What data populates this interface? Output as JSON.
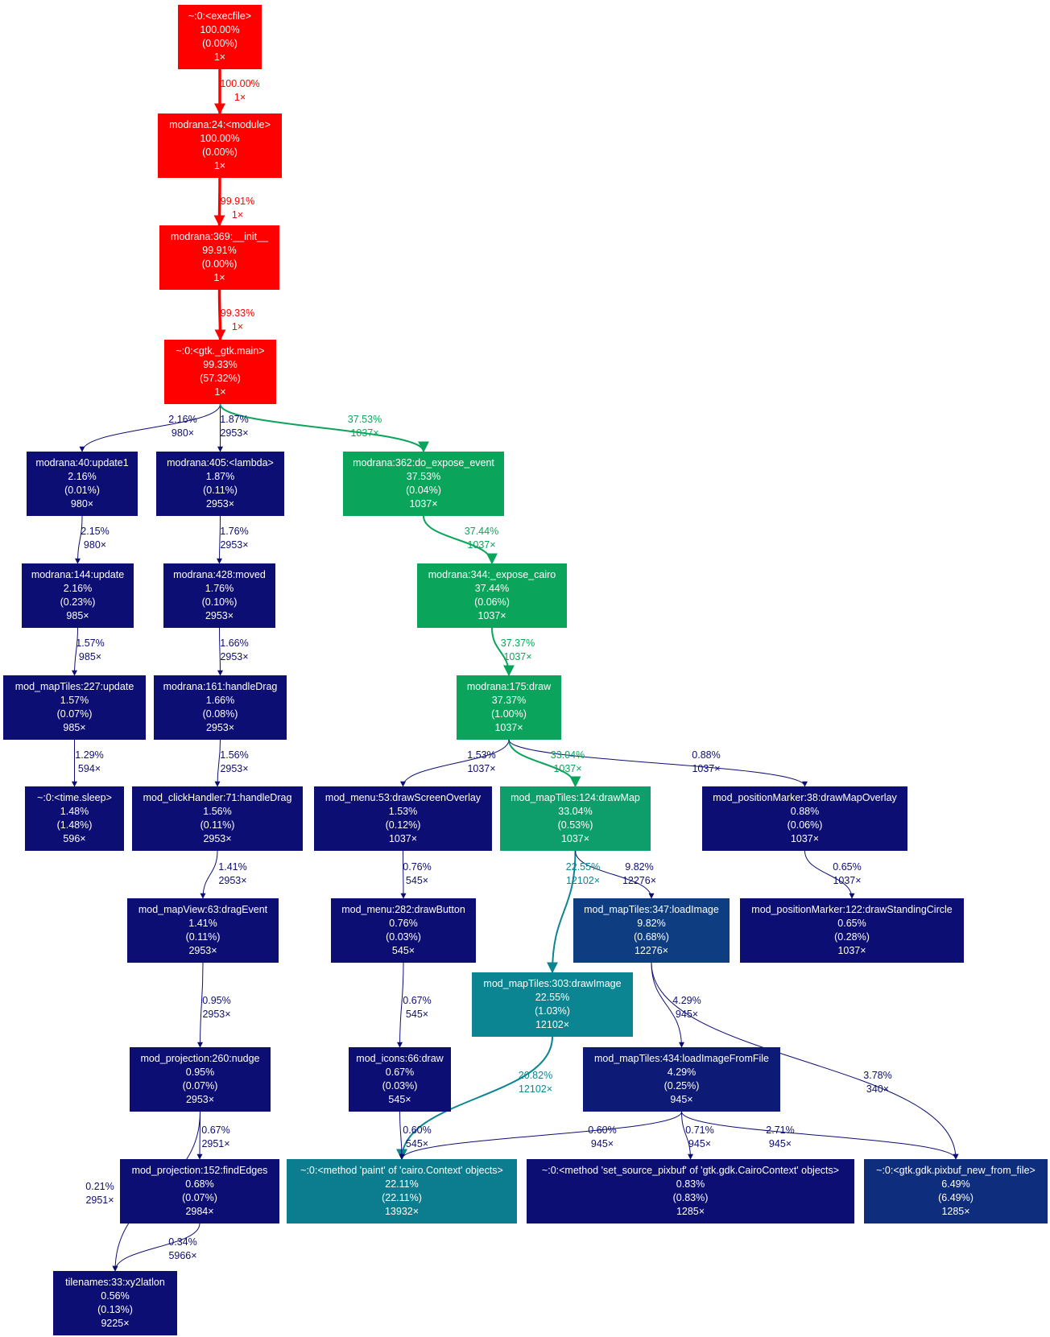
{
  "colors": {
    "red": "#ff0000",
    "green_dark": "#0aa55a",
    "green": "#0ba45c",
    "teal_green": "#0d9e6c",
    "teal": "#0b8592",
    "teal2": "#0c7d8e",
    "navy": "#0d0e73",
    "blue_mid": "#0e3d82",
    "blue2": "#0e2d7d",
    "blue3": "#0d1b77"
  },
  "nodes": [
    {
      "id": "execfile",
      "name": "~:0:<execfile>",
      "total": "100.00%",
      "self": "(0.00%)",
      "calls": "1×",
      "color": "#ff0000"
    },
    {
      "id": "module",
      "name": "modrana:24:<module>",
      "total": "100.00%",
      "self": "(0.00%)",
      "calls": "1×",
      "color": "#ff0000"
    },
    {
      "id": "init",
      "name": "modrana:369:__init__",
      "total": "99.91%",
      "self": "(0.00%)",
      "calls": "1×",
      "color": "#ff0000"
    },
    {
      "id": "gtkmain",
      "name": "~:0:<gtk._gtk.main>",
      "total": "99.33%",
      "self": "(57.32%)",
      "calls": "1×",
      "color": "#ff0000"
    },
    {
      "id": "update1",
      "name": "modrana:40:update1",
      "total": "2.16%",
      "self": "(0.01%)",
      "calls": "980×",
      "color": "#0d0e73"
    },
    {
      "id": "lambda",
      "name": "modrana:405:<lambda>",
      "total": "1.87%",
      "self": "(0.11%)",
      "calls": "2953×",
      "color": "#0d0e73"
    },
    {
      "id": "expose_event",
      "name": "modrana:362:do_expose_event",
      "total": "37.53%",
      "self": "(0.04%)",
      "calls": "1037×",
      "color": "#0aa55a"
    },
    {
      "id": "update",
      "name": "modrana:144:update",
      "total": "2.16%",
      "self": "(0.23%)",
      "calls": "985×",
      "color": "#0d0e73"
    },
    {
      "id": "moved",
      "name": "modrana:428:moved",
      "total": "1.76%",
      "self": "(0.10%)",
      "calls": "2953×",
      "color": "#0d0e73"
    },
    {
      "id": "expose_cairo",
      "name": "modrana:344:_expose_cairo",
      "total": "37.44%",
      "self": "(0.06%)",
      "calls": "1037×",
      "color": "#0aa55a"
    },
    {
      "id": "mt_update",
      "name": "mod_mapTiles:227:update",
      "total": "1.57%",
      "self": "(0.07%)",
      "calls": "985×",
      "color": "#0d0e73"
    },
    {
      "id": "handleDrag",
      "name": "modrana:161:handleDrag",
      "total": "1.66%",
      "self": "(0.08%)",
      "calls": "2953×",
      "color": "#0d0e73"
    },
    {
      "id": "draw",
      "name": "modrana:175:draw",
      "total": "37.37%",
      "self": "(1.00%)",
      "calls": "1037×",
      "color": "#0ba45c"
    },
    {
      "id": "sleep",
      "name": "~:0:<time.sleep>",
      "total": "1.48%",
      "self": "(1.48%)",
      "calls": "596×",
      "color": "#0d0e73"
    },
    {
      "id": "ch_handleDrag",
      "name": "mod_clickHandler:71:handleDrag",
      "total": "1.56%",
      "self": "(0.11%)",
      "calls": "2953×",
      "color": "#0d0e73"
    },
    {
      "id": "drawScreenOverlay",
      "name": "mod_menu:53:drawScreenOverlay",
      "total": "1.53%",
      "self": "(0.12%)",
      "calls": "1037×",
      "color": "#0d0e73"
    },
    {
      "id": "drawMap",
      "name": "mod_mapTiles:124:drawMap",
      "total": "33.04%",
      "self": "(0.53%)",
      "calls": "1037×",
      "color": "#0d9e6c"
    },
    {
      "id": "drawMapOverlay",
      "name": "mod_positionMarker:38:drawMapOverlay",
      "total": "0.88%",
      "self": "(0.06%)",
      "calls": "1037×",
      "color": "#0d0e73"
    },
    {
      "id": "dragEvent",
      "name": "mod_mapView:63:dragEvent",
      "total": "1.41%",
      "self": "(0.11%)",
      "calls": "2953×",
      "color": "#0d0e73"
    },
    {
      "id": "drawButton",
      "name": "mod_menu:282:drawButton",
      "total": "0.76%",
      "self": "(0.03%)",
      "calls": "545×",
      "color": "#0d0e73"
    },
    {
      "id": "loadImage",
      "name": "mod_mapTiles:347:loadImage",
      "total": "9.82%",
      "self": "(0.68%)",
      "calls": "12276×",
      "color": "#0e3d82"
    },
    {
      "id": "drawStandingCircle",
      "name": "mod_positionMarker:122:drawStandingCircle",
      "total": "0.65%",
      "self": "(0.28%)",
      "calls": "1037×",
      "color": "#0d0e73"
    },
    {
      "id": "drawImage",
      "name": "mod_mapTiles:303:drawImage",
      "total": "22.55%",
      "self": "(1.03%)",
      "calls": "12102×",
      "color": "#0b8592"
    },
    {
      "id": "nudge",
      "name": "mod_projection:260:nudge",
      "total": "0.95%",
      "self": "(0.07%)",
      "calls": "2953×",
      "color": "#0d0e73"
    },
    {
      "id": "icons_draw",
      "name": "mod_icons:66:draw",
      "total": "0.67%",
      "self": "(0.03%)",
      "calls": "545×",
      "color": "#0d0e73"
    },
    {
      "id": "loadImageFromFile",
      "name": "mod_mapTiles:434:loadImageFromFile",
      "total": "4.29%",
      "self": "(0.25%)",
      "calls": "945×",
      "color": "#0d1b77"
    },
    {
      "id": "findEdges",
      "name": "mod_projection:152:findEdges",
      "total": "0.68%",
      "self": "(0.07%)",
      "calls": "2984×",
      "color": "#0d0e73"
    },
    {
      "id": "paint",
      "name": "~:0:<method 'paint' of 'cairo.Context' objects>",
      "total": "22.11%",
      "self": "(22.11%)",
      "calls": "13932×",
      "color": "#0c7d8e"
    },
    {
      "id": "set_source_pixbuf",
      "name": "~:0:<method 'set_source_pixbuf' of 'gtk.gdk.CairoContext' objects>",
      "total": "0.83%",
      "self": "(0.83%)",
      "calls": "1285×",
      "color": "#0d0e73"
    },
    {
      "id": "pixbuf_new",
      "name": "~:0:<gtk.gdk.pixbuf_new_from_file>",
      "total": "6.49%",
      "self": "(6.49%)",
      "calls": "1285×",
      "color": "#0e2d7d"
    },
    {
      "id": "xy2latlon",
      "name": "tilenames:33:xy2latlon",
      "total": "0.56%",
      "self": "(0.13%)",
      "calls": "9225×",
      "color": "#0d0e73"
    }
  ],
  "edges": [
    {
      "from": "execfile",
      "to": "module",
      "pct": "100.00%",
      "calls": "1×",
      "color": "#ff0000"
    },
    {
      "from": "module",
      "to": "init",
      "pct": "99.91%",
      "calls": "1×",
      "color": "#ff0000"
    },
    {
      "from": "init",
      "to": "gtkmain",
      "pct": "99.33%",
      "calls": "1×",
      "color": "#ff0000"
    },
    {
      "from": "gtkmain",
      "to": "update1",
      "pct": "2.16%",
      "calls": "980×",
      "color": "#0d0e73"
    },
    {
      "from": "gtkmain",
      "to": "lambda",
      "pct": "1.87%",
      "calls": "2953×",
      "color": "#0d0e73"
    },
    {
      "from": "gtkmain",
      "to": "expose_event",
      "pct": "37.53%",
      "calls": "1037×",
      "color": "#0aa55a"
    },
    {
      "from": "update1",
      "to": "update",
      "pct": "2.15%",
      "calls": "980×",
      "color": "#0d0e73"
    },
    {
      "from": "lambda",
      "to": "moved",
      "pct": "1.76%",
      "calls": "2953×",
      "color": "#0d0e73"
    },
    {
      "from": "expose_event",
      "to": "expose_cairo",
      "pct": "37.44%",
      "calls": "1037×",
      "color": "#0aa55a"
    },
    {
      "from": "update",
      "to": "mt_update",
      "pct": "1.57%",
      "calls": "985×",
      "color": "#0d0e73"
    },
    {
      "from": "moved",
      "to": "handleDrag",
      "pct": "1.66%",
      "calls": "2953×",
      "color": "#0d0e73"
    },
    {
      "from": "expose_cairo",
      "to": "draw",
      "pct": "37.37%",
      "calls": "1037×",
      "color": "#0aa55a"
    },
    {
      "from": "mt_update",
      "to": "sleep",
      "pct": "1.29%",
      "calls": "594×",
      "color": "#0d0e73"
    },
    {
      "from": "handleDrag",
      "to": "ch_handleDrag",
      "pct": "1.56%",
      "calls": "2953×",
      "color": "#0d0e73"
    },
    {
      "from": "draw",
      "to": "drawScreenOverlay",
      "pct": "1.53%",
      "calls": "1037×",
      "color": "#0d0e73"
    },
    {
      "from": "draw",
      "to": "drawMap",
      "pct": "33.04%",
      "calls": "1037×",
      "color": "#0ba45c"
    },
    {
      "from": "draw",
      "to": "drawMapOverlay",
      "pct": "0.88%",
      "calls": "1037×",
      "color": "#0d0e73"
    },
    {
      "from": "ch_handleDrag",
      "to": "dragEvent",
      "pct": "1.41%",
      "calls": "2953×",
      "color": "#0d0e73"
    },
    {
      "from": "drawScreenOverlay",
      "to": "drawButton",
      "pct": "0.76%",
      "calls": "545×",
      "color": "#0d0e73"
    },
    {
      "from": "drawMap",
      "to": "drawImage",
      "pct": "22.55%",
      "calls": "12102×",
      "color": "#0b8592"
    },
    {
      "from": "drawMap",
      "to": "loadImage",
      "pct": "9.82%",
      "calls": "12276×",
      "color": "#0d0e73"
    },
    {
      "from": "drawMapOverlay",
      "to": "drawStandingCircle",
      "pct": "0.65%",
      "calls": "1037×",
      "color": "#0d0e73"
    },
    {
      "from": "dragEvent",
      "to": "nudge",
      "pct": "0.95%",
      "calls": "2953×",
      "color": "#0d0e73"
    },
    {
      "from": "drawButton",
      "to": "icons_draw",
      "pct": "0.67%",
      "calls": "545×",
      "color": "#0d0e73"
    },
    {
      "from": "loadImage",
      "to": "loadImageFromFile",
      "pct": "4.29%",
      "calls": "945×",
      "color": "#0d0e73"
    },
    {
      "from": "loadImage",
      "to": "pixbuf_new",
      "pct": "3.78%",
      "calls": "340×",
      "color": "#0d0e73"
    },
    {
      "from": "drawImage",
      "to": "paint",
      "pct": "20.82%",
      "calls": "12102×",
      "color": "#0b8592"
    },
    {
      "from": "nudge",
      "to": "findEdges",
      "pct": "0.67%",
      "calls": "2951×",
      "color": "#0d0e73"
    },
    {
      "from": "nudge",
      "to": "xy2latlon",
      "pct": "0.21%",
      "calls": "2951×",
      "color": "#0d0e73"
    },
    {
      "from": "icons_draw",
      "to": "paint",
      "pct": "0.60%",
      "calls": "545×",
      "color": "#0d0e73"
    },
    {
      "from": "loadImageFromFile",
      "to": "paint",
      "pct": "0.60%",
      "calls": "945×",
      "color": "#0d0e73"
    },
    {
      "from": "loadImageFromFile",
      "to": "set_source_pixbuf",
      "pct": "0.71%",
      "calls": "945×",
      "color": "#0d0e73"
    },
    {
      "from": "loadImageFromFile",
      "to": "pixbuf_new",
      "pct": "2.71%",
      "calls": "945×",
      "color": "#0d0e73"
    },
    {
      "from": "findEdges",
      "to": "xy2latlon",
      "pct": "0.34%",
      "calls": "5966×",
      "color": "#0d0e73"
    }
  ]
}
